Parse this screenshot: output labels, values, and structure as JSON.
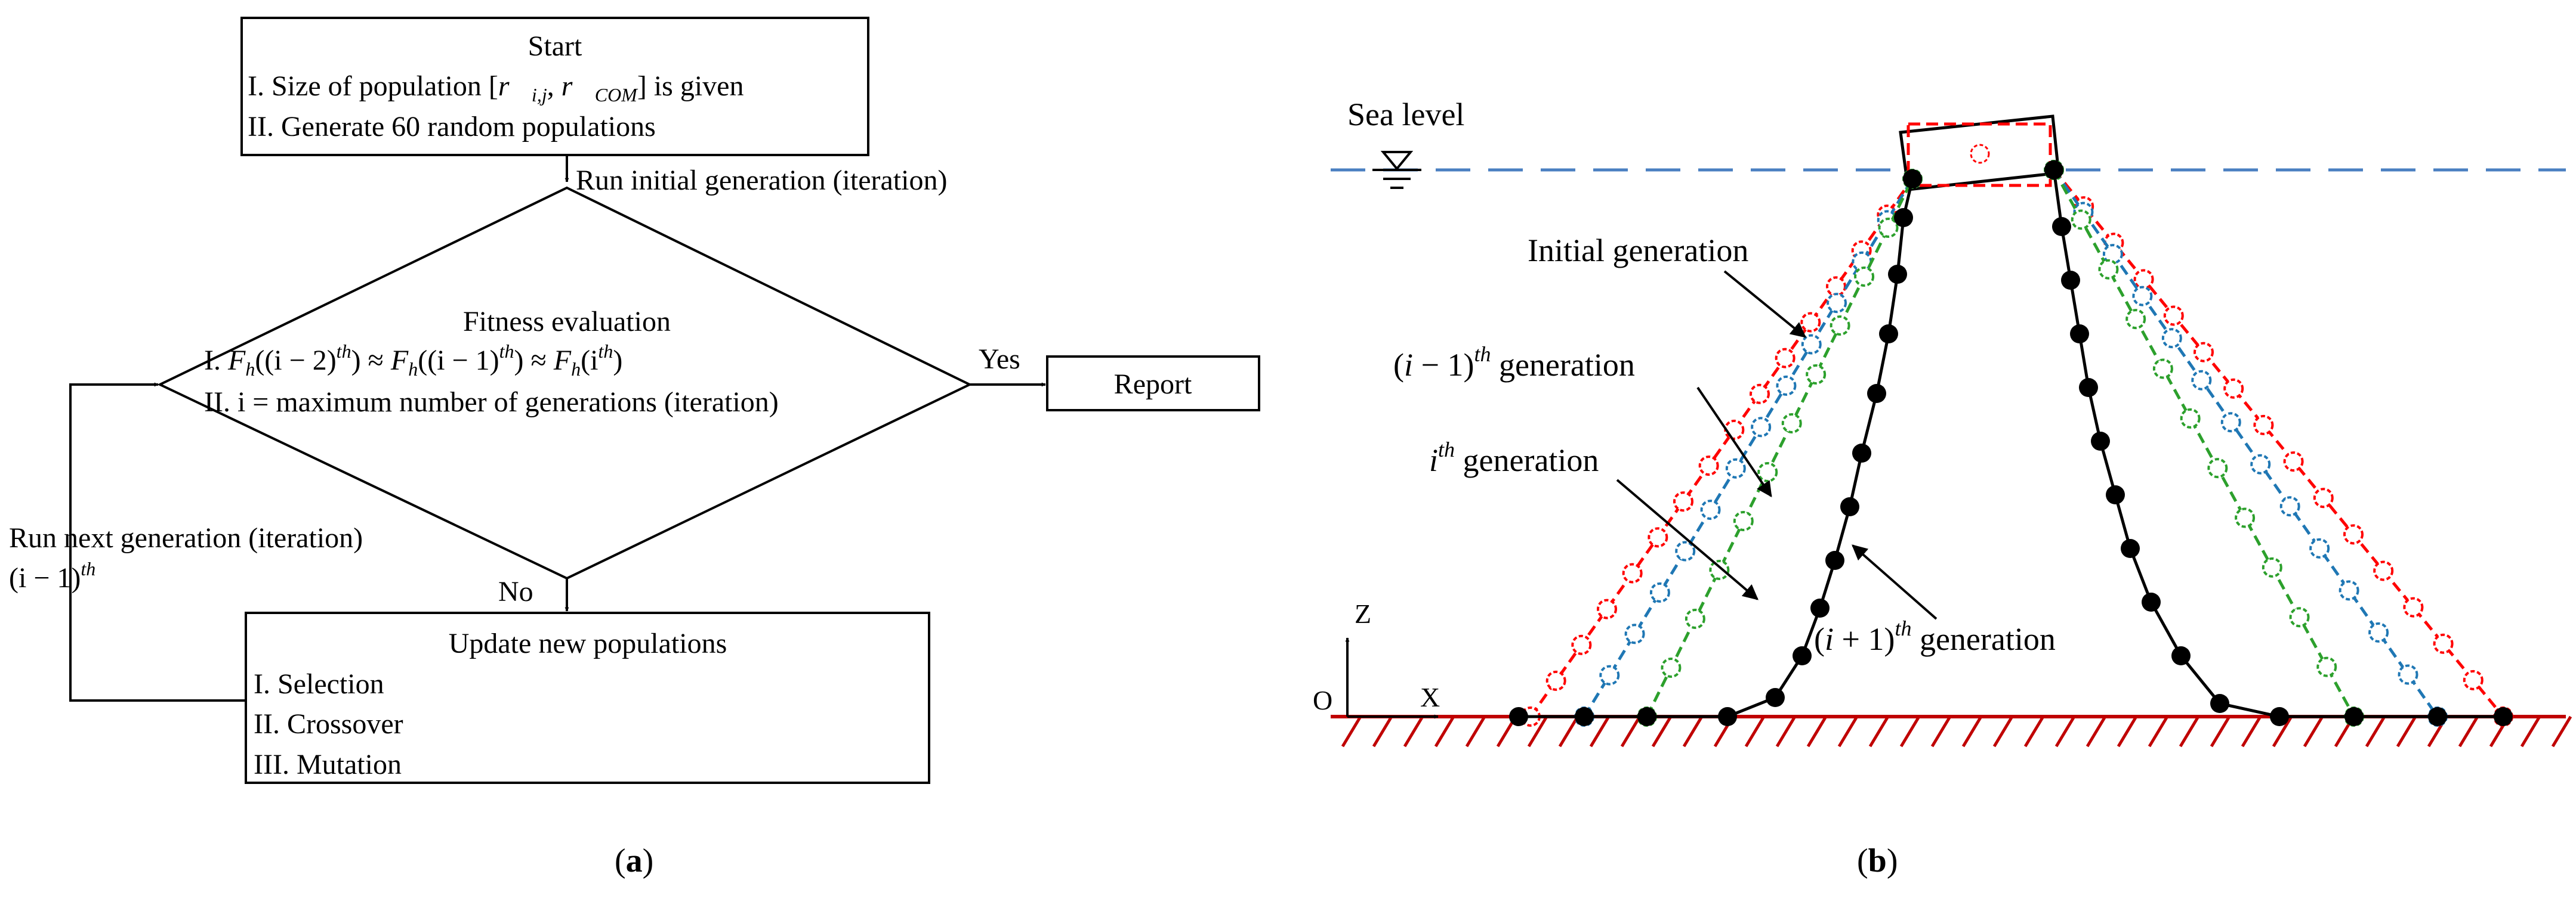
{
  "flowchart": {
    "start": {
      "title": "Start",
      "line1_prefix": "I. Size of population",
      "line1_suffix": "is given",
      "line2": "II. Generate 60 random populations"
    },
    "run_initial": "Run initial generation (iteration)",
    "decision": {
      "title": "Fitness evaluation",
      "line1_label": "I.",
      "line1_sep": "≈",
      "line2": "II.  i = maximum number of generations (iteration)"
    },
    "yes_label": "Yes",
    "no_label": "No",
    "report": "Report",
    "run_next": "Run next generation (iteration)",
    "update": {
      "title": "Update new populations",
      "items": [
        "I. Selection",
        "II. Crossover",
        "III. Mutation"
      ]
    },
    "panel_label": "(a)"
  },
  "mooring": {
    "sea_level": "Sea level",
    "initial_generation": "Initial generation",
    "generation_word": "generation",
    "axis_z": "Z",
    "axis_x": "X",
    "origin": "O",
    "panel_label": "(b)",
    "colors": {
      "sea": "#4a7fc1",
      "seabed": "#c00000",
      "initial": "#ff0000",
      "prev": "#1f77b4",
      "current": "#2ca02c",
      "final": "#000000"
    }
  }
}
